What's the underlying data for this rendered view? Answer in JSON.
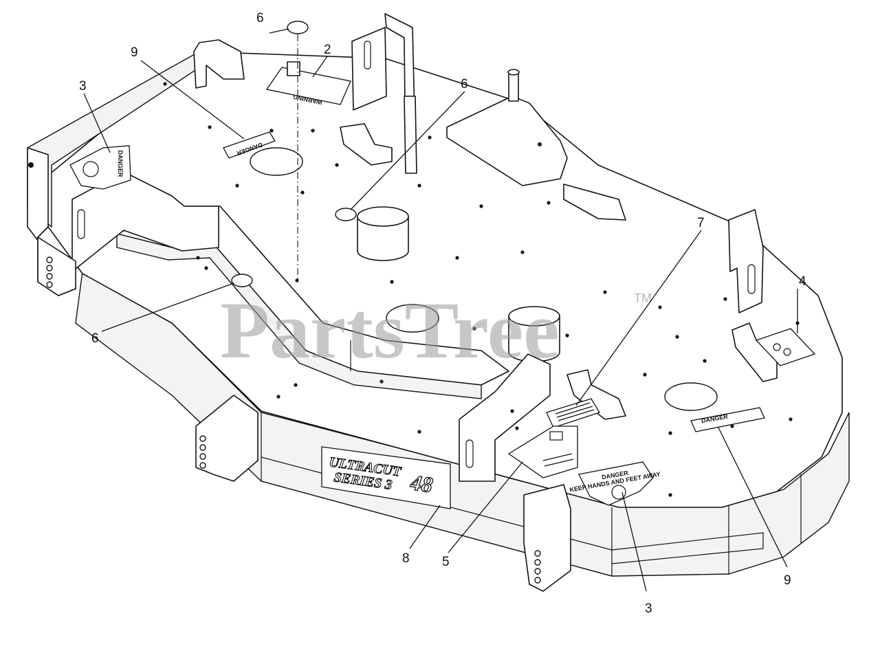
{
  "watermark": {
    "text": "PartsTree",
    "tm": "TM"
  },
  "decals": {
    "warning": "WARNING",
    "danger": "DANGER",
    "danger_sub": "KEEP HANDS AND FEET AWAY",
    "brand_line1": "ULTRACUT",
    "brand_line2": "SERIES 3",
    "model": "48"
  },
  "callouts": [
    {
      "id": "c-6-top",
      "label": "6"
    },
    {
      "id": "c-2",
      "label": "2"
    },
    {
      "id": "c-9-left",
      "label": "9"
    },
    {
      "id": "c-3-left",
      "label": "3"
    },
    {
      "id": "c-6-mid",
      "label": "6"
    },
    {
      "id": "c-6-left",
      "label": "6"
    },
    {
      "id": "c-7",
      "label": "7"
    },
    {
      "id": "c-4",
      "label": "4"
    },
    {
      "id": "c-8",
      "label": "8"
    },
    {
      "id": "c-5",
      "label": "5"
    },
    {
      "id": "c-3-bottom",
      "label": "3"
    },
    {
      "id": "c-9-right",
      "label": "9"
    }
  ]
}
